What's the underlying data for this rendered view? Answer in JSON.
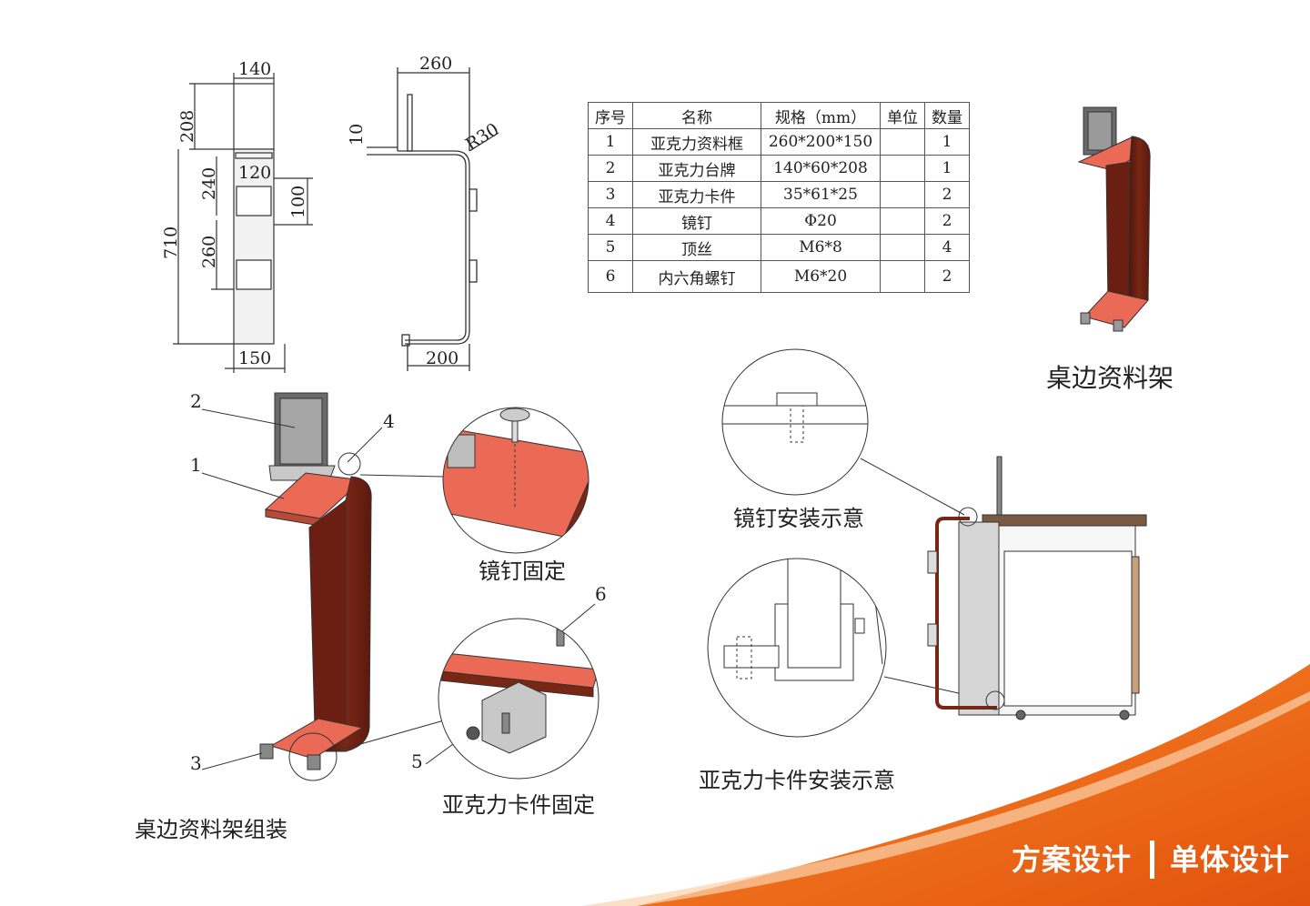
{
  "dimensions": {
    "front_width_top": "140",
    "front_height_top": "208",
    "front_total_height": "710",
    "front_window_height": "240",
    "front_window_width": "120",
    "front_window2_height": "260",
    "front_base_width": "150",
    "front_small_height": "100",
    "side_top_width": "260",
    "side_thickness": "10",
    "side_radius": "R30",
    "side_bottom_width": "200"
  },
  "bom": {
    "headers": [
      "序号",
      "名称",
      "规格（mm）",
      "单位",
      "数量"
    ],
    "rows": [
      [
        "1",
        "亚克力资料框",
        "260*200*150",
        "",
        "1"
      ],
      [
        "2",
        "亚克力台牌",
        "140*60*208",
        "",
        "1"
      ],
      [
        "3",
        "亚克力卡件",
        "35*61*25",
        "",
        "2"
      ],
      [
        "4",
        "镜钉",
        "Φ20",
        "",
        "2"
      ],
      [
        "5",
        "顶丝",
        "M6*8",
        "",
        "4"
      ],
      [
        "6",
        "内六角螺钉",
        "M6*20",
        "",
        "2"
      ]
    ]
  },
  "captions": {
    "product_name": "桌边资料架",
    "assembly": "桌边资料架组装",
    "mirror_nail_fix": "镜钉固定",
    "acrylic_clip_fix": "亚克力卡件固定",
    "mirror_nail_install": "镜钉安装示意",
    "acrylic_clip_install": "亚克力卡件安装示意"
  },
  "callouts": [
    "1",
    "2",
    "3",
    "4",
    "5",
    "6"
  ],
  "footer": {
    "left": "方案设计",
    "right": "单体设计"
  },
  "colors": {
    "panel_red": "#ea6a55",
    "panel_dark": "#6b1e12",
    "accent_orange": "#ee6f1c"
  }
}
